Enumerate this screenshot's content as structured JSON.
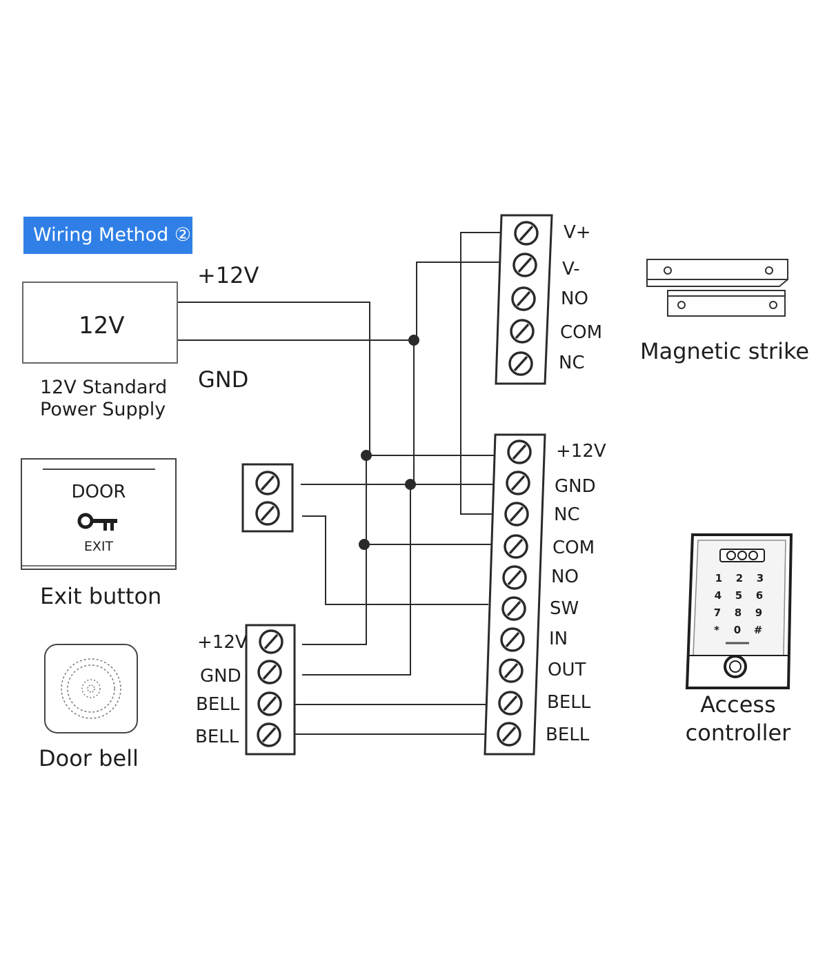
{
  "badge": {
    "text": "Wiring Method ②",
    "color": "#2f7fe6"
  },
  "power_supply": {
    "box_label": "12V",
    "caption": [
      "12V Standard",
      "Power Supply"
    ],
    "wire_labels": {
      "positive": "+12V",
      "ground": "GND"
    }
  },
  "exit_button": {
    "plate_top": "DOOR",
    "plate_bottom": "EXIT",
    "caption": "Exit button",
    "icon": "key-icon"
  },
  "door_bell": {
    "caption": "Door bell",
    "icon": "speaker-icon",
    "terminals": [
      "+12V",
      "GND",
      "BELL",
      "BELL"
    ]
  },
  "magnetic_strike": {
    "caption": "Magnetic strike",
    "terminals": [
      "V+",
      "V-",
      "NO",
      "COM",
      "NC"
    ]
  },
  "access_controller": {
    "caption": [
      "Access",
      "controller"
    ],
    "terminals": [
      "+12V",
      "GND",
      "NC",
      "COM",
      "NO",
      "SW",
      "IN",
      "OUT",
      "BELL",
      "BELL"
    ],
    "keypad": [
      "1",
      "2",
      "3",
      "4",
      "5",
      "6",
      "7",
      "8",
      "9",
      "*",
      "0",
      "#"
    ]
  },
  "colors": {
    "line": "#2a2a2a",
    "box_border": "#444444"
  }
}
